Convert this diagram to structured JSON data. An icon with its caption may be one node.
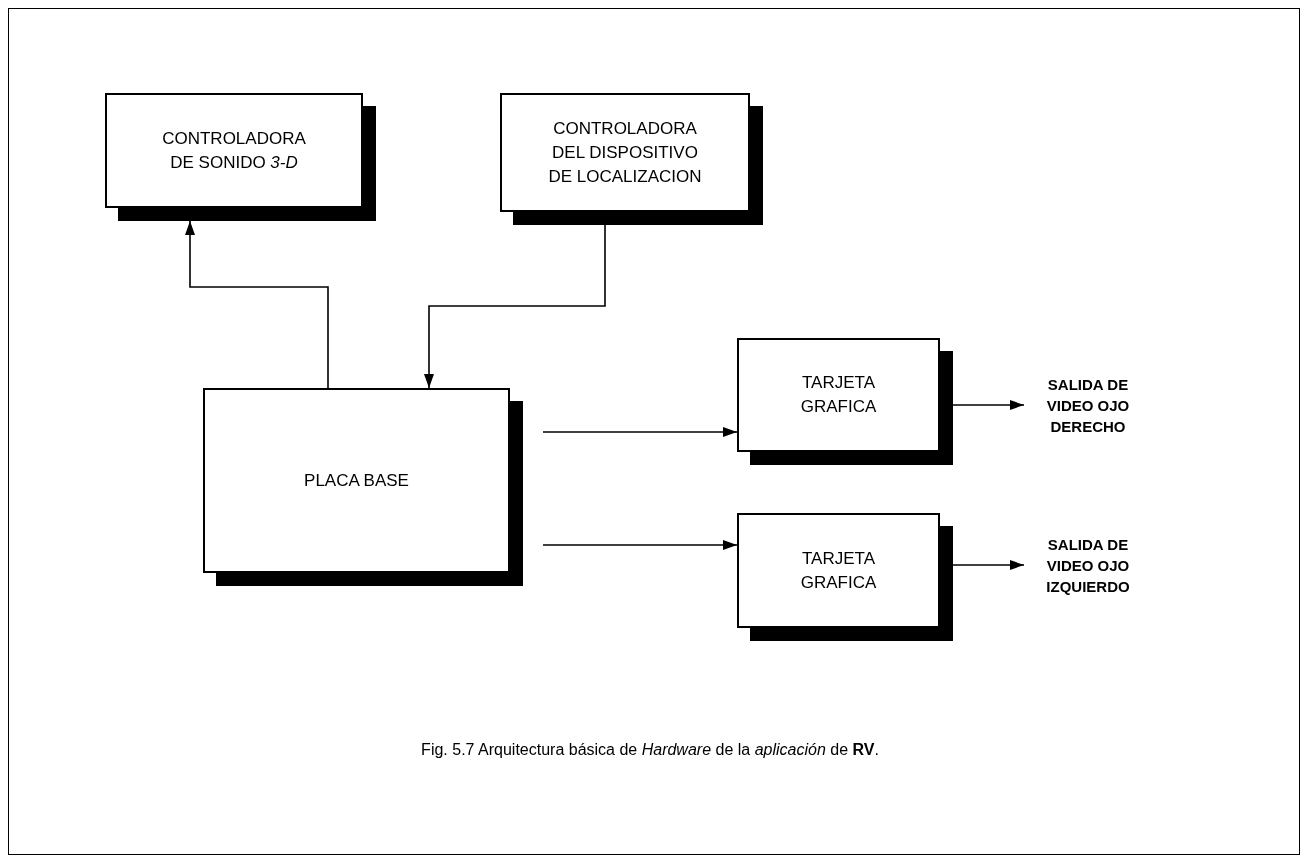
{
  "diagram": {
    "caption": "Fig. 5.7 Arquitectura básica de *Hardware* de la *aplicación* de **RV**.",
    "nodes": [
      {
        "text": [
          "CONTROLADORA DE SONIDO *3-D*"
        ]
      },
      {
        "text": [
          "CONTROLADORA DEL DISPOSITIVO DE LOCALIZACION"
        ]
      },
      {
        "text": [
          "PLACA BASE"
        ]
      },
      {
        "text": [
          "TARJETA GRAFICA"
        ]
      },
      {
        "text": [
          "SALIDA DE VIDEO OJO DERECHO"
        ]
      },
      {
        "text": [
          "TARJETA GRAFICA"
        ]
      },
      {
        "text": [
          "SALIDA DE VIDEO OJO IZQUIERDO"
        ]
      }
    ],
    "edges": [
      {
        "from": 2,
        "to": 0,
        "arrow": "to"
      },
      {
        "from": 1,
        "to": 2,
        "arrow": "to"
      },
      {
        "from": 2,
        "to": 3,
        "arrow": "to"
      },
      {
        "from": 2,
        "to": 5,
        "arrow": "to"
      },
      {
        "from": 3,
        "to": 4,
        "arrow": "to"
      },
      {
        "from": 5,
        "to": 6,
        "arrow": "to"
      }
    ]
  }
}
